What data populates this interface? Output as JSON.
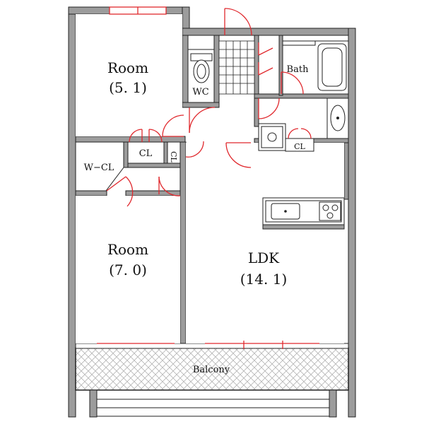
{
  "rooms": {
    "room_upper": {
      "name": "Room",
      "size": "(5. 1)"
    },
    "room_lower": {
      "name": "Room",
      "size": "(7. 0)"
    },
    "ldk": {
      "name": "LDK",
      "size": "(14. 1)"
    }
  },
  "labels": {
    "wc": "WC",
    "bath": "Bath",
    "wcl": "W−CL",
    "cl": "CL",
    "cl_vertical": "CL",
    "cl_kitchen": "CL",
    "balcony": "Balcony"
  },
  "colors": {
    "wall": "#9c9c9c",
    "outline": "#222222",
    "door": "#e0282d",
    "hatch": "#b5b5b5"
  }
}
